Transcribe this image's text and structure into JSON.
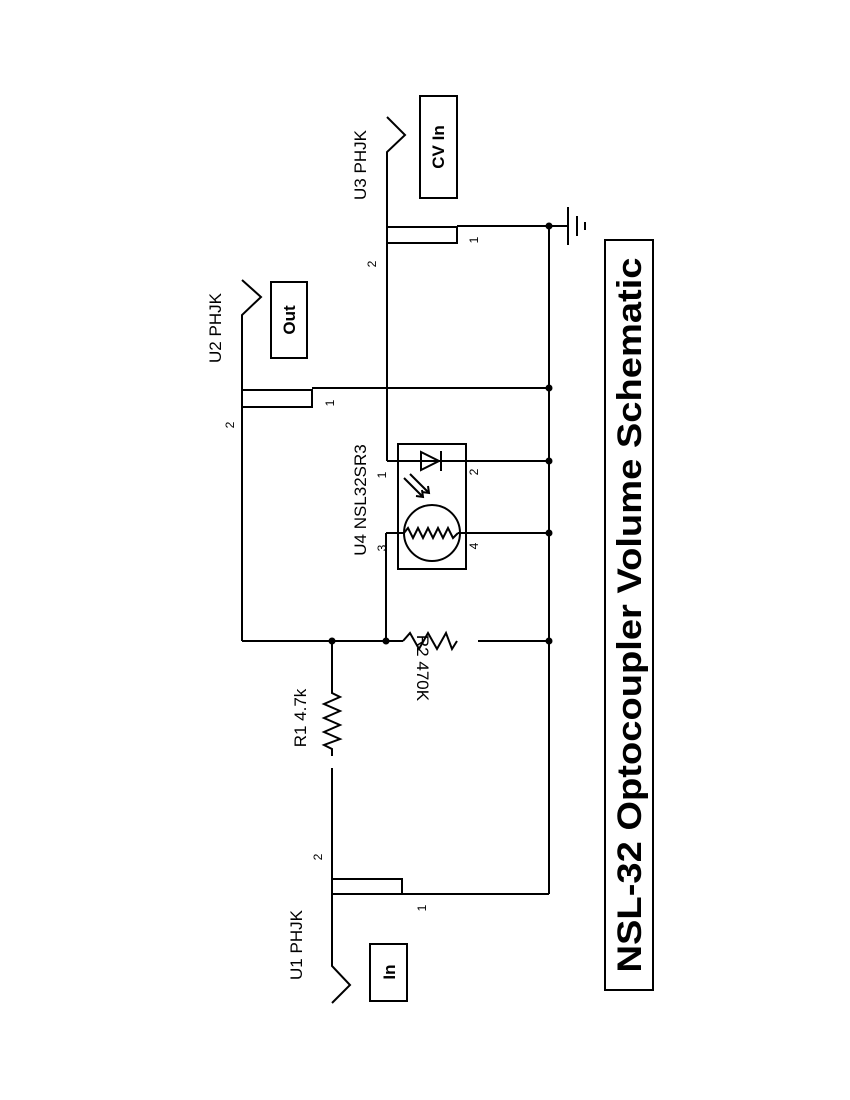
{
  "title": "NSL-32 Optocoupler Volume Schematic",
  "components": {
    "u1": {
      "ref": "U1 PHJK",
      "pin_tip": "2",
      "pin_sleeve": "1",
      "net_label": "In"
    },
    "u2": {
      "ref": "U2 PHJK",
      "pin_tip": "2",
      "pin_sleeve": "1",
      "net_label": "Out"
    },
    "u3": {
      "ref": "U3 PHJK",
      "pin_tip": "2",
      "pin_sleeve": "1",
      "net_label": "CV In"
    },
    "u4": {
      "ref": "U4 NSL32SR3",
      "pin_led_anode": "1",
      "pin_led_cathode": "2",
      "pin_ldr_a": "3",
      "pin_ldr_b": "4"
    },
    "r1": {
      "ref": "R1 4.7k"
    },
    "r2": {
      "ref": "R2 470K"
    }
  }
}
